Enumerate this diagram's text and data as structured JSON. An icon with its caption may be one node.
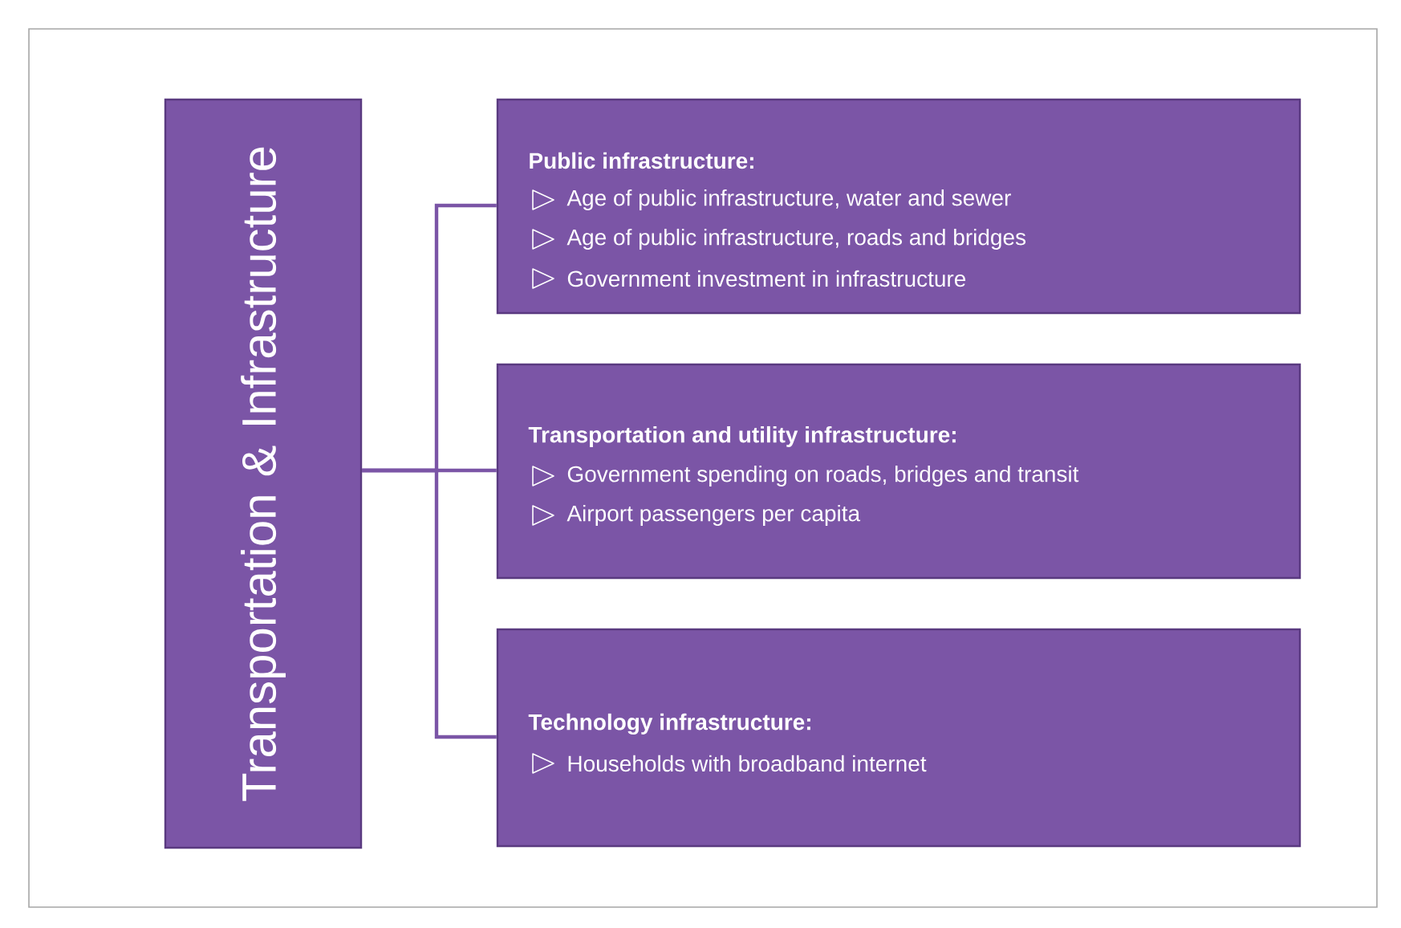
{
  "diagram": {
    "nodes": [
      {
        "text": [
          "Transportation & Infrastructure"
        ]
      },
      {
        "text": [
          "Public infrastructure:",
          "Age of public infrastructure, water and sewer",
          "Age of public infrastructure, roads and bridges",
          "Government investment in infrastructure"
        ]
      },
      {
        "text": [
          "Transportation and utility infrastructure:",
          "Government spending on roads, bridges and transit",
          "Airport passengers per capita"
        ]
      },
      {
        "text": [
          "Technology infrastructure:",
          "Households with broadband internet"
        ]
      }
    ],
    "edges": [
      {
        "from": 0,
        "to": 1,
        "arrow": "none"
      },
      {
        "from": 0,
        "to": 2,
        "arrow": "none"
      },
      {
        "from": 0,
        "to": 3,
        "arrow": "none"
      }
    ]
  }
}
